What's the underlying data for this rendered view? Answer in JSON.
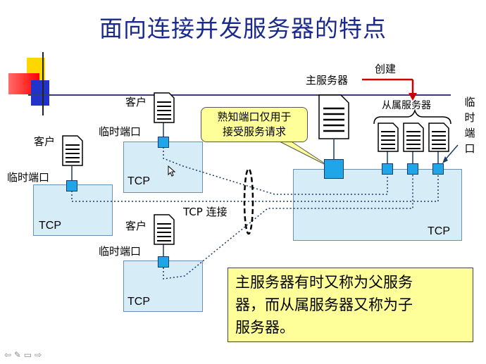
{
  "title": "面向连接并发服务器的特点",
  "labels": {
    "client": "客户",
    "temp_port": "临时端口",
    "tcp": "TCP",
    "tcp_connection": "TCP 连接",
    "main_server": "主服务器",
    "create": "创建",
    "slave_servers": "从属服务器",
    "temp_port_vertical": [
      "临",
      "时",
      "端",
      "口"
    ]
  },
  "callout": {
    "text_line1": "熟知端口仅用于",
    "text_line2": "接受服务请求"
  },
  "note": {
    "line1": "主服务器有时又称为父服务",
    "line2": "器，而从属服务器又称为子",
    "line3": "服务器。"
  },
  "colors": {
    "title": "#1a2a8c",
    "tcp_box": "#d6edf8",
    "port": "#1fa6e8",
    "callout_bg": "#ffff99",
    "arrow": "#cc0000"
  },
  "icons": [
    "document-icon",
    "mouse-cursor-icon",
    "slide-nav-icons"
  ]
}
